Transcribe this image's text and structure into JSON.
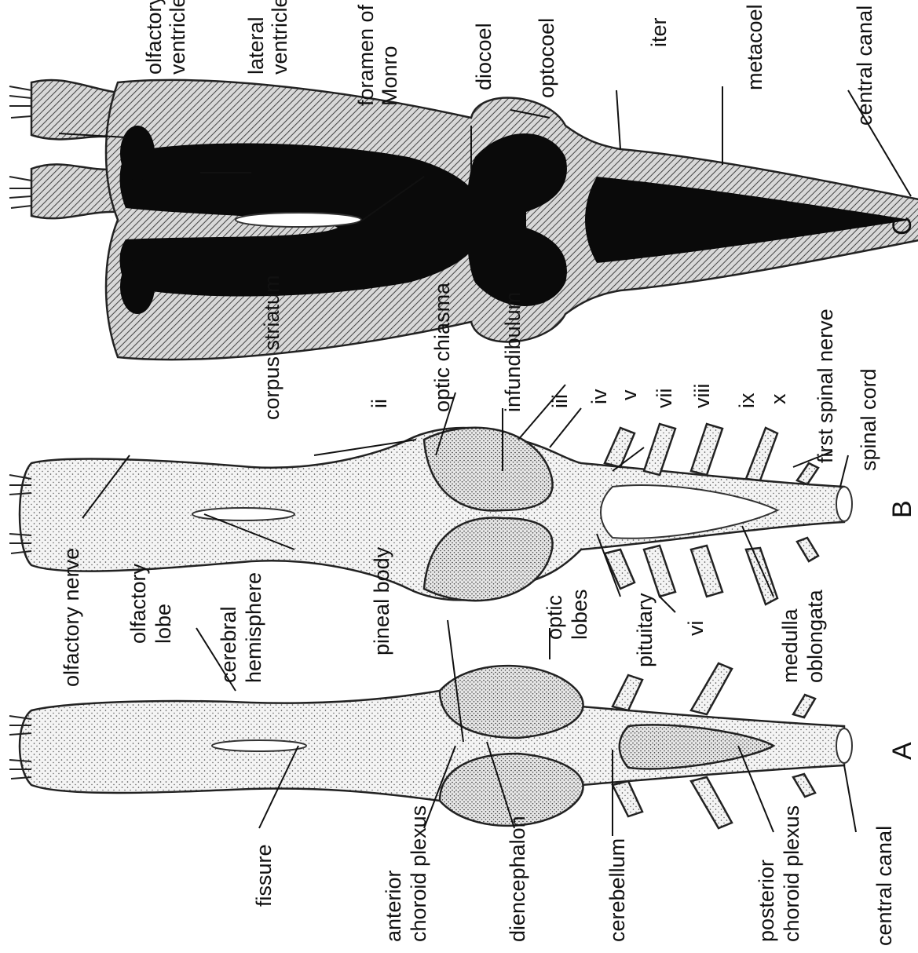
{
  "figures": [
    "A",
    "B",
    "C"
  ],
  "labels_A": {
    "olfactory_nerve": "olfactory nerve",
    "olfactory_lobe_1": "olfactory",
    "olfactory_lobe_2": "lobe",
    "cerebral_1": "cerebral",
    "cerebral_2": "hemisphere",
    "pineal_body": "pineal body",
    "optic_1": "optic",
    "optic_2": "lobes",
    "medulla_1": "medulla",
    "medulla_2": "oblongata",
    "fissure": "fissure",
    "anterior_1": "anterior",
    "anterior_2": "choroid plexus",
    "diencephalon": "diencephalon",
    "cerebellum": "cerebellum",
    "posterior_1": "posterior",
    "posterior_2": "choroid plexus",
    "central_canal": "central canal"
  },
  "labels_B": {
    "corpus_striatum": "corpus striatum",
    "ii": "ii",
    "optic_chiasma": "optic chiasma",
    "infundibulum": "infundibulum",
    "iii": "iii",
    "iv": "iv",
    "v": "v",
    "vii": "vii",
    "viii": "viii",
    "ix": "ix",
    "x": "x",
    "first_spinal_nerve": "first spinal nerve",
    "spinal_cord": "spinal cord",
    "pituitary": "pituitary",
    "vi": "vi"
  },
  "labels_C": {
    "olfactory_ventricle_1": "olfactory",
    "olfactory_ventricle_2": "ventricle",
    "lateral_ventricle_1": "lateral",
    "lateral_ventricle_2": "ventricle",
    "foramen_1": "foramen of",
    "foramen_2": "Monro",
    "diocoel": "diocoel",
    "optocoel": "optocoel",
    "iter": "iter",
    "metacoel": "metacoel",
    "central_canal": "central canal"
  }
}
